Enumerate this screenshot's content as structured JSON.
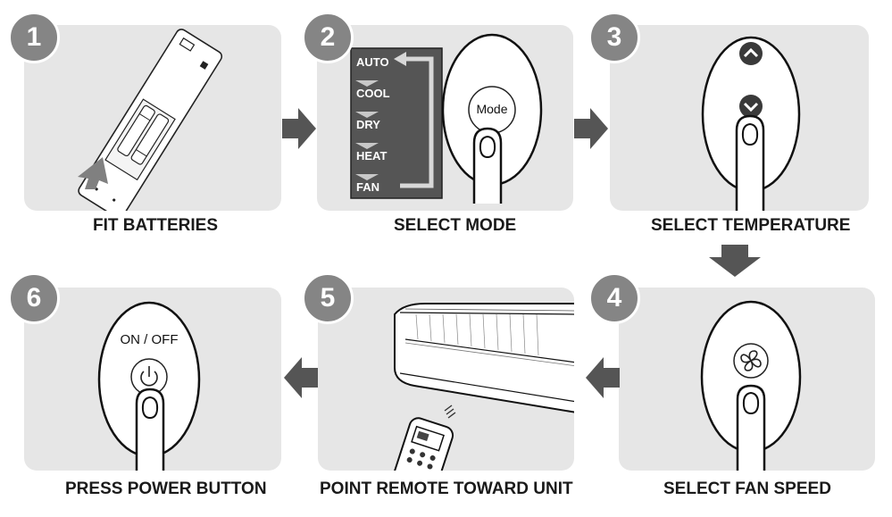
{
  "steps": [
    {
      "number": "1",
      "caption": "FIT BATTERIES"
    },
    {
      "number": "2",
      "caption": "SELECT MODE"
    },
    {
      "number": "3",
      "caption": "SELECT TEMPERATURE"
    },
    {
      "number": "4",
      "caption": "SELECT FAN SPEED"
    },
    {
      "number": "5",
      "caption": "POINT REMOTE TOWARD UNIT"
    },
    {
      "number": "6",
      "caption": "PRESS POWER BUTTON"
    }
  ],
  "mode_list": [
    "AUTO",
    "COOL",
    "DRY",
    "HEAT",
    "FAN"
  ],
  "buttons": {
    "mode": "Mode",
    "power": "ON / OFF"
  },
  "icons": {
    "step1": "remote-battery-icon",
    "step2": "mode-button-icon",
    "step3": "temperature-up-down-icon",
    "step4": "fan-icon",
    "step5": "air-conditioner-unit-icon",
    "step6": "power-icon",
    "flow": "arrow-icon"
  },
  "colors": {
    "panel": "#e6e6e6",
    "badge": "#858585",
    "arrow": "#555555",
    "text": "#1a1a1a"
  }
}
